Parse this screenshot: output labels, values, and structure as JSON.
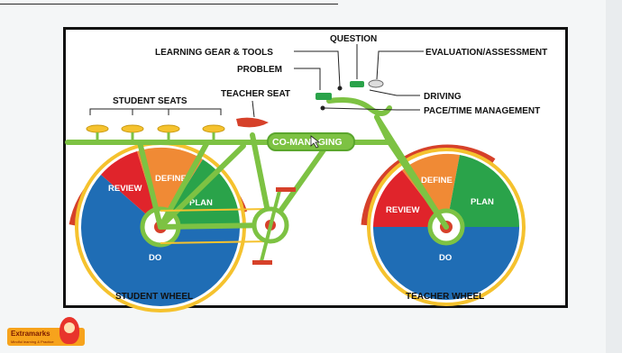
{
  "labels": {
    "question": "QUESTION",
    "learning_gear": "LEARNING GEAR & TOOLS",
    "evaluation": "EVALUATION/ASSESSMENT",
    "problem": "PROBLEM",
    "driving": "DRIVING",
    "pace": "PACE/TIME MANAGEMENT",
    "student_seats": "STUDENT SEATS",
    "teacher_seat": "TEACHER SEAT",
    "co_managing": "CO-MANAGING",
    "student_wheel": "STUDENT WHEEL",
    "teacher_wheel": "TEACHER WHEEL"
  },
  "student_wheel": {
    "review": "REVIEW",
    "define": "DEFINE",
    "plan": "PLAN",
    "do": "DO"
  },
  "teacher_wheel": {
    "review": "REVIEW",
    "define": "DEFINE",
    "plan": "PLAN",
    "do": "DO"
  },
  "logo": {
    "name": "Extramarks",
    "tagline": "Mindful learning & Practice"
  },
  "colors": {
    "frame_green": "#7dc243",
    "review_red": "#e0242b",
    "define_orange": "#f08a35",
    "plan_green": "#2aa34a",
    "do_blue": "#1f6db5",
    "fender_red": "#d6412a",
    "seat_yellow": "#f5c22e"
  }
}
